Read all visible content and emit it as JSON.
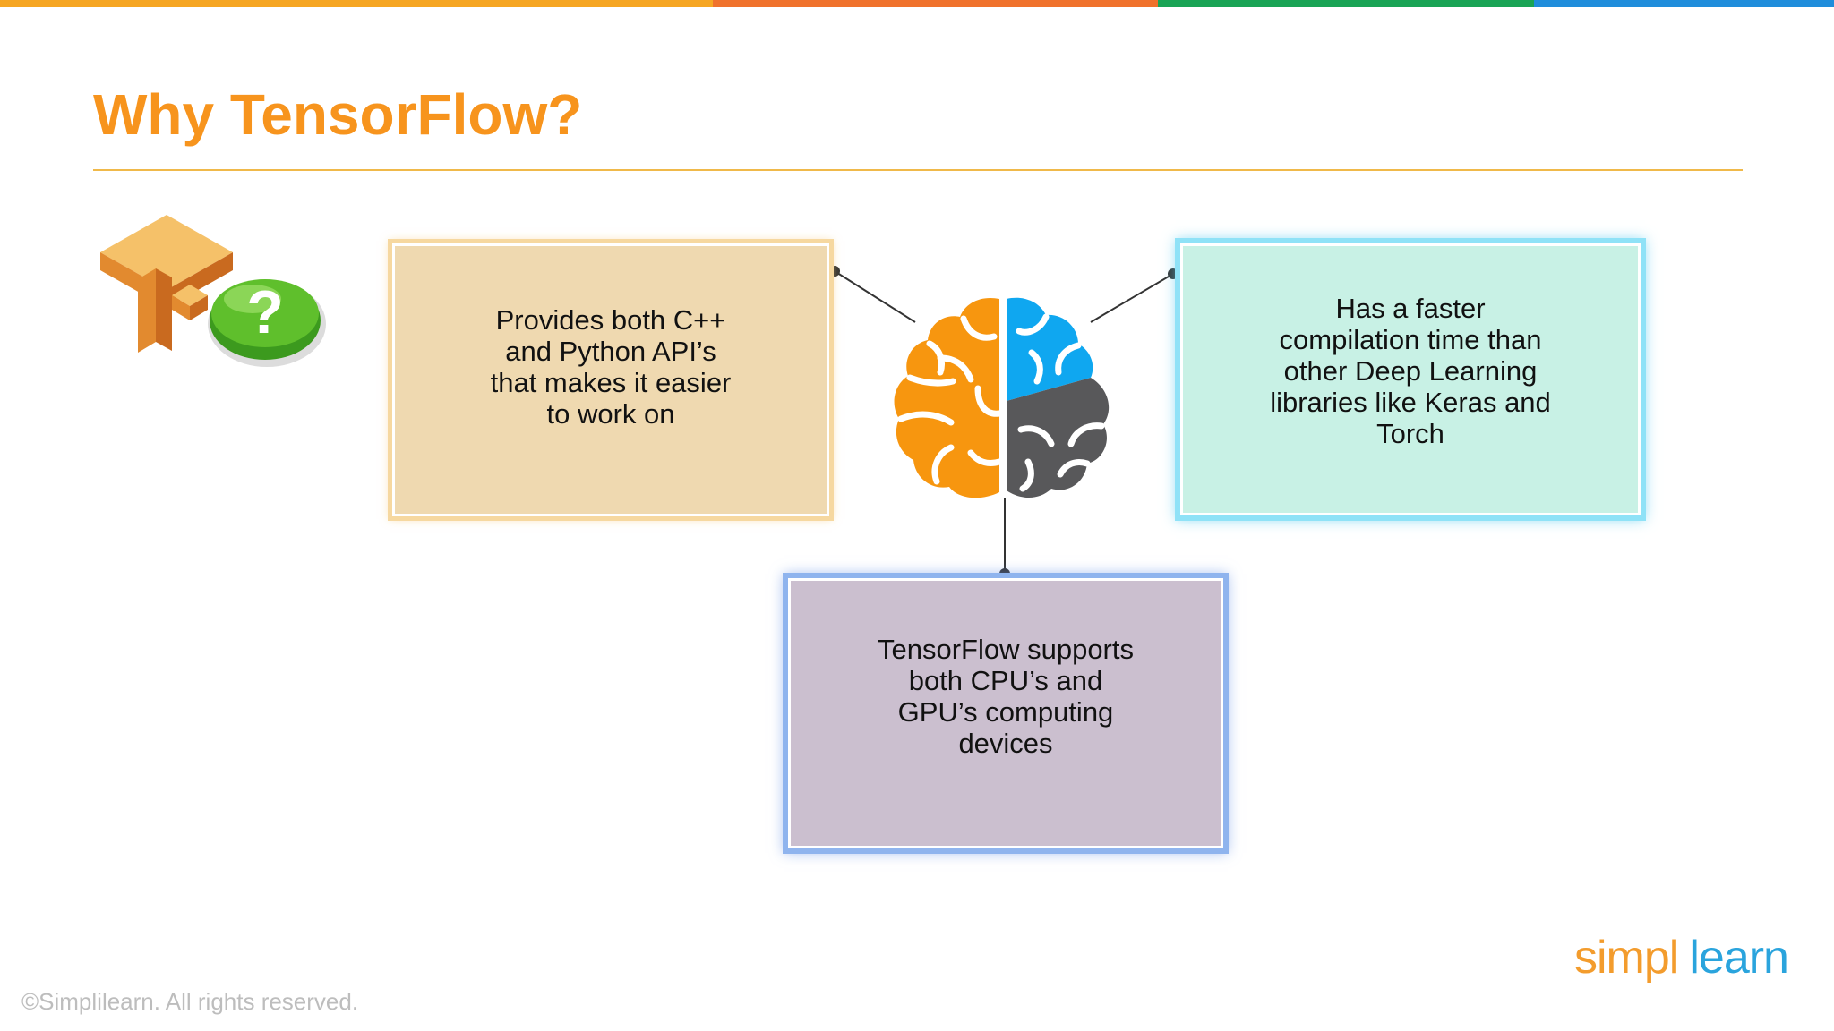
{
  "slide": {
    "title": "Why TensorFlow?",
    "cards": {
      "left": "Provides both C++\nand Python API’s\nthat makes it easier\nto work on",
      "right": "Has a faster\ncompilation time than\nother Deep Learning\nlibraries like Keras and\nTorch",
      "bottom": "TensorFlow supports\nboth CPU’s and\nGPU’s computing\ndevices"
    },
    "logo": {
      "part1": "simpl",
      "part2": "learn"
    },
    "copyright": "©Simplilearn. All rights reserved.",
    "icons": {
      "tensorflow": "tensorflow-logo-icon",
      "question": "question-button-icon",
      "brain": "brain-icon"
    }
  },
  "colors": {
    "title": "#f7941d",
    "rule": "#f0b94a",
    "bar_orange_light": "#f6a623",
    "bar_orange": "#f0722c",
    "bar_green": "#1aa455",
    "bar_blue": "#1f8ddb",
    "card_left_fill": "#efd9b0",
    "card_right_fill": "#c8f1e5",
    "card_bottom_fill": "#cbbfcf",
    "brain_orange": "#f7960f",
    "brain_blue": "#0fa7f0",
    "brain_gray": "#58585a",
    "connector": "#333333"
  }
}
